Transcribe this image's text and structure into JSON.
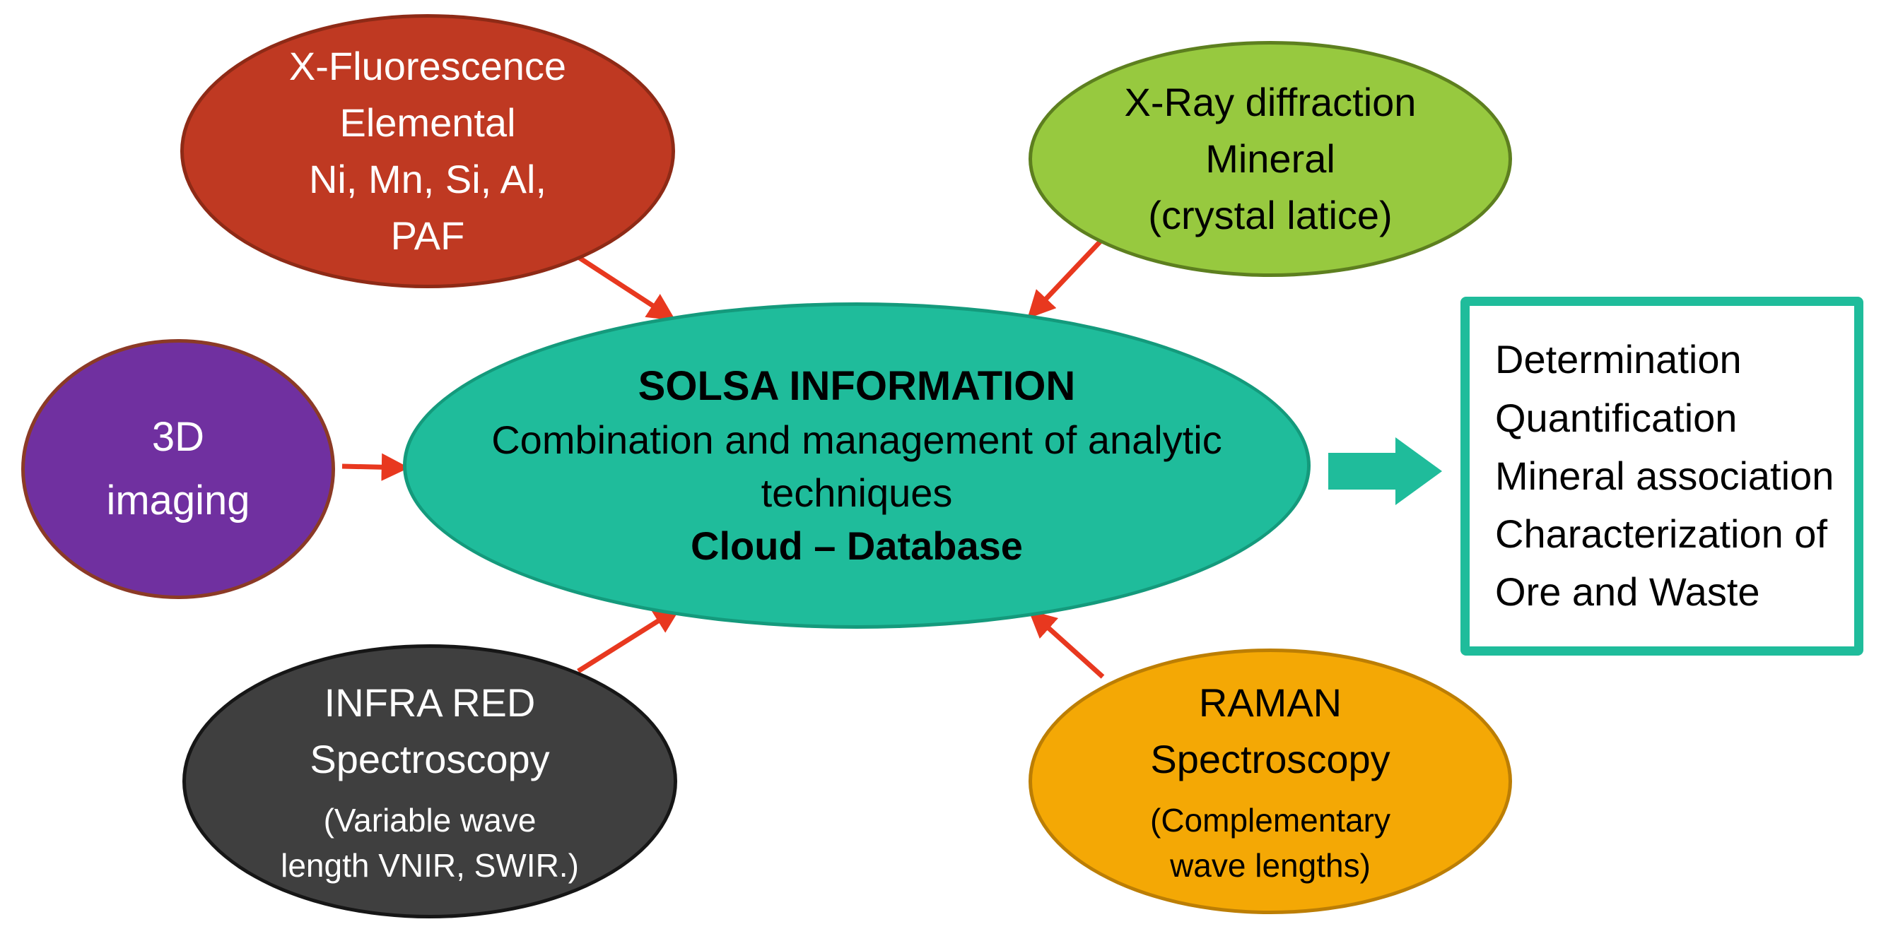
{
  "colors": {
    "arrow": "#e8381f",
    "block_arrow": "#1fbc9b"
  },
  "center": {
    "title": "SOLSA INFORMATION",
    "subtitle": "Combination and management of analytic techniques",
    "footer": "Cloud – Database",
    "fill": "#1fbc9b",
    "border": "#149a7c",
    "text_color": "#000000"
  },
  "nodes": {
    "xrf": {
      "lines": [
        "X-Fluorescence",
        "Elemental",
        "Ni, Mn, Si, Al,",
        "PAF"
      ],
      "fill": "#bf3922",
      "border": "#8e2a16",
      "text_color": "#ffffff"
    },
    "xrd": {
      "lines": [
        "X-Ray diffraction",
        "Mineral",
        "(crystal latice)"
      ],
      "fill": "#97c93f",
      "border": "#5d7f1f",
      "text_color": "#000000"
    },
    "threed": {
      "lines": [
        "3D",
        "imaging"
      ],
      "fill": "#7030a0",
      "border": "#8b3a26",
      "text_color": "#ffffff"
    },
    "infrared": {
      "lines": [
        "INFRA RED",
        "Spectroscopy"
      ],
      "sublines": [
        "(Variable wave",
        "length VNIR, SWIR.)"
      ],
      "fill": "#3f3f3f",
      "border": "#161616",
      "text_color": "#ffffff"
    },
    "raman": {
      "lines": [
        "RAMAN",
        "Spectroscopy"
      ],
      "sublines": [
        "(Complementary",
        "wave lengths)"
      ],
      "fill": "#f4a805",
      "border": "#bc7e04",
      "text_color": "#000000"
    }
  },
  "output_box": {
    "lines": [
      "Determination",
      "Quantification",
      "Mineral association",
      "Characterization of",
      "Ore and Waste"
    ],
    "border": "#1fbc9b",
    "background": "#ffffff",
    "text_color": "#000000"
  }
}
